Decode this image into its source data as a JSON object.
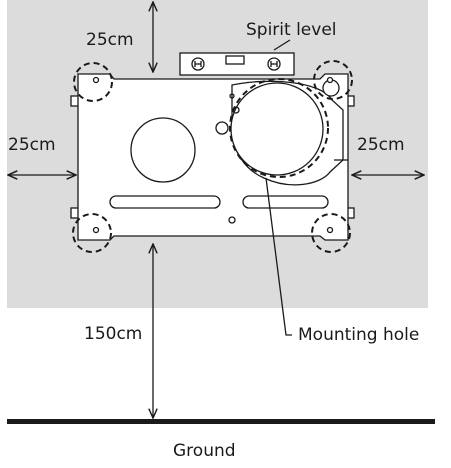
{
  "labels": {
    "top_clearance": "25cm",
    "left_clearance": "25cm",
    "right_clearance": "25cm",
    "floor_height": "150cm",
    "spirit_level": "Spirit level",
    "mounting_hole": "Mounting hole",
    "ground": "Ground"
  },
  "colors": {
    "clearance_area": "#dcdcdc",
    "line": "#1a1a1a",
    "plate": "#ffffff"
  }
}
